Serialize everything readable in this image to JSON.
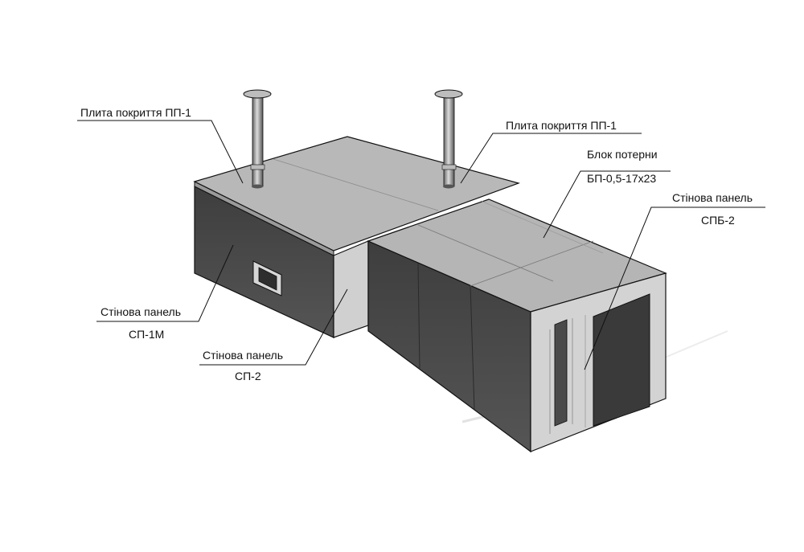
{
  "labels": {
    "slab_left": "Плита покриття ПП-1",
    "slab_right": "Плита покриття ПП-1",
    "tunnel_block_line1": "Блок потерни",
    "tunnel_block_line2": "БП-0,5-17х23",
    "end_panel_line1": "Стінова панель",
    "end_panel_line2": "СПБ-2",
    "wall_sp1m_line1": "Стінова панель",
    "wall_sp1m_line2": "СП-1М",
    "wall_sp2_line1": "Стінова панель",
    "wall_sp2_line2": "СП-2"
  },
  "colors": {
    "top_face": "#b9b9b9",
    "dark_face": "#4a4a4a",
    "light_face": "#d2d2d2",
    "line": "#111111"
  }
}
